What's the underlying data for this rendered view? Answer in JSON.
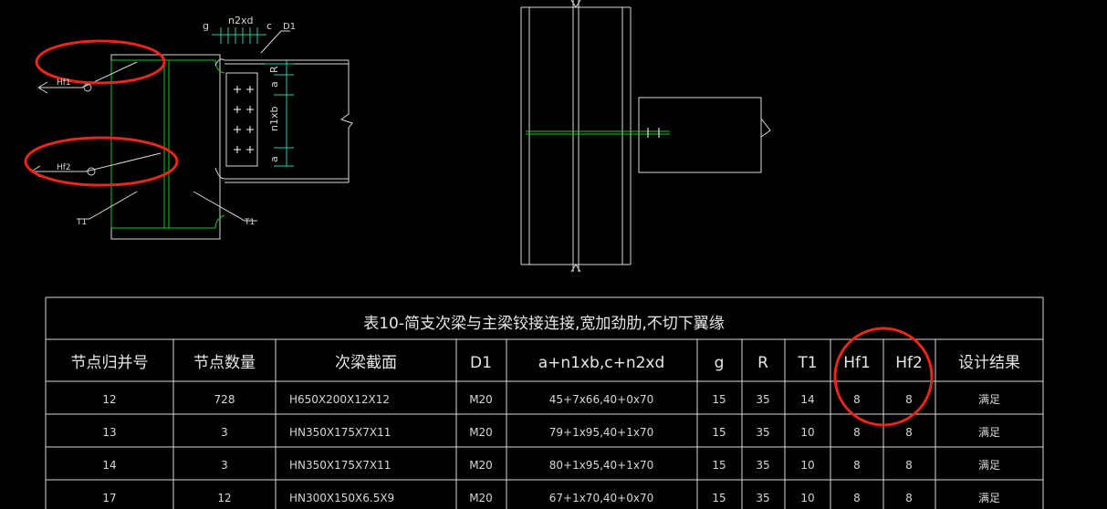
{
  "colors": {
    "background": "#000000",
    "structure": "#d9d9d9",
    "stiffener": "#20c520",
    "dimension": "#1ecfa8",
    "bolt": "#ffffff",
    "highlight": "#e8261c",
    "text": "#d6d6d6"
  },
  "drawing": {
    "labels": {
      "g": "g",
      "n2xd": "n2xd",
      "c": "c",
      "d1": "D1",
      "hf1": "Hf1",
      "hf2": "Hf2",
      "t1_left": "T1",
      "t1_right": "T1",
      "dim_a_top": "a",
      "dim_r": "R",
      "dim_n1xb": "n1xb",
      "dim_a_bottom": "a"
    }
  },
  "table": {
    "title": "表10-简支次梁与主梁铰接连接,宽加劲肋,不切下翼缘",
    "headers": [
      "节点归并号",
      "节点数量",
      "次梁截面",
      "D1",
      "a+n1xb,c+n2xd",
      "g",
      "R",
      "T1",
      "Hf1",
      "Hf2",
      "设计结果"
    ],
    "rows": [
      [
        "12",
        "728",
        "H650X200X12X12",
        "M20",
        "45+7x66,40+0x70",
        "15",
        "35",
        "14",
        "8",
        "8",
        "满足"
      ],
      [
        "13",
        "3",
        "HN350X175X7X11",
        "M20",
        "79+1x95,40+1x70",
        "15",
        "35",
        "10",
        "8",
        "8",
        "满足"
      ],
      [
        "14",
        "3",
        "HN350X175X7X11",
        "M20",
        "80+1x95,40+1x70",
        "15",
        "35",
        "10",
        "8",
        "8",
        "满足"
      ],
      [
        "17",
        "12",
        "HN300X150X6.5X9",
        "M20",
        "67+1x70,40+0x70",
        "15",
        "35",
        "10",
        "8",
        "8",
        "满足"
      ]
    ]
  }
}
